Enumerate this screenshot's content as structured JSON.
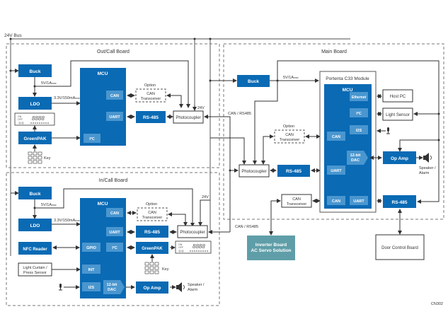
{
  "bus_label": "24V Bus",
  "colors": {
    "primary_blue": "#0a6ab4",
    "sub_blue": "#4a96cf",
    "teal": "#5f9ea8",
    "line": "#333333",
    "dash": "#777777"
  },
  "out_board": {
    "title": "Out/Call Board",
    "buck": "Buck",
    "buck_out": "5V/1A",
    "buck_out_sub": "max",
    "ldo": "LDO",
    "ldo_out": "3.3V/150mA",
    "ldo_out_sub": "max",
    "mcu": "MCU",
    "can": "CAN",
    "uart": "UART",
    "i2c": "I²C",
    "greenpak": "GreenPAK",
    "key": "Key",
    "option": "Option",
    "can_transceiver": "CAN Transceiver",
    "rs485": "RS-485",
    "photocoupler": "Photocoupler",
    "v24": "24V",
    "display_on": "ON",
    "display_off": "OFF",
    "display_digits": "8888"
  },
  "in_board": {
    "title": "In/Call Board",
    "buck": "Buck",
    "buck_out": "5V/1A",
    "buck_out_sub": "max",
    "ldo": "LDO",
    "ldo_out": "3.3V/150mA",
    "ldo_out_sub": "max",
    "mcu": "MCU",
    "can": "CAN",
    "uart": "UART",
    "gpio": "GPIO",
    "i2c": "I²C",
    "int": "INT",
    "i2s": "I2S",
    "dac": "12-bit DAC",
    "nfc": "NFC Reader",
    "light_curtain": "Light Curtain / Press Sensor",
    "greenpak": "GreenPAK",
    "key": "Key",
    "option": "Option",
    "can_transceiver": "CAN Transceiver",
    "rs485": "RS-485",
    "photocoupler": "Photocoupler",
    "op_amp": "Op Amp",
    "speaker": "Speaker / Alarm",
    "v24": "24V",
    "display_on": "ON",
    "display_off": "OFF",
    "display_digits": "8888"
  },
  "main_board": {
    "title": "Main Board",
    "buck": "Buck",
    "buck_out": "5V/1A",
    "buck_out_sub": "max",
    "module": "Portenta C33 Module",
    "mcu": "MCU",
    "ethernet": "Ethernet",
    "i2c": "I²C",
    "i2s": "I2S",
    "can": "CAN",
    "dac": "12-bit DAC",
    "uart": "UART",
    "can2": "CAN",
    "uart2": "UART",
    "host_pc": "Host PC",
    "light_sensor": "Light Sensor",
    "op_amp": "Op Amp",
    "speaker": "Speaker / Alarm",
    "rs485_left": "RS-485",
    "rs485_right": "RS-485",
    "photocoupler": "Photocoupler",
    "option": "Option",
    "can_transceiver_opt": "CAN Transceiver",
    "can_transceiver": "CAN Transceiver",
    "can_rs485_top": "CAN / RS485",
    "can_rs485_bottom": "CAN / RS485"
  },
  "external": {
    "inverter_line1": "Inverter Board",
    "inverter_line2": "AC Servo Solution",
    "door_control": "Door Control Board"
  },
  "figure_id": "CN302"
}
